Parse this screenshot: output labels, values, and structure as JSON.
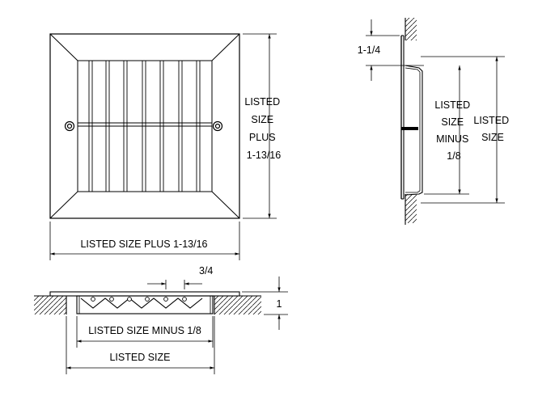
{
  "front_view": {
    "height_label": [
      "LISTED",
      "SIZE",
      "PLUS",
      "1-13/16"
    ],
    "width_label": "LISTED SIZE PLUS 1-13/16"
  },
  "side_view": {
    "flange_label": "1-1/4",
    "inner_label": [
      "LISTED",
      "SIZE",
      "MINUS",
      "1/8"
    ],
    "outer_label": [
      "LISTED",
      "SIZE"
    ]
  },
  "section_view": {
    "spacing_label": "3/4",
    "depth_label": "1",
    "inner_label": "LISTED SIZE MINUS 1/8",
    "outer_label": "LISTED SIZE"
  },
  "colors": {
    "line": "#000000",
    "background": "#ffffff"
  }
}
